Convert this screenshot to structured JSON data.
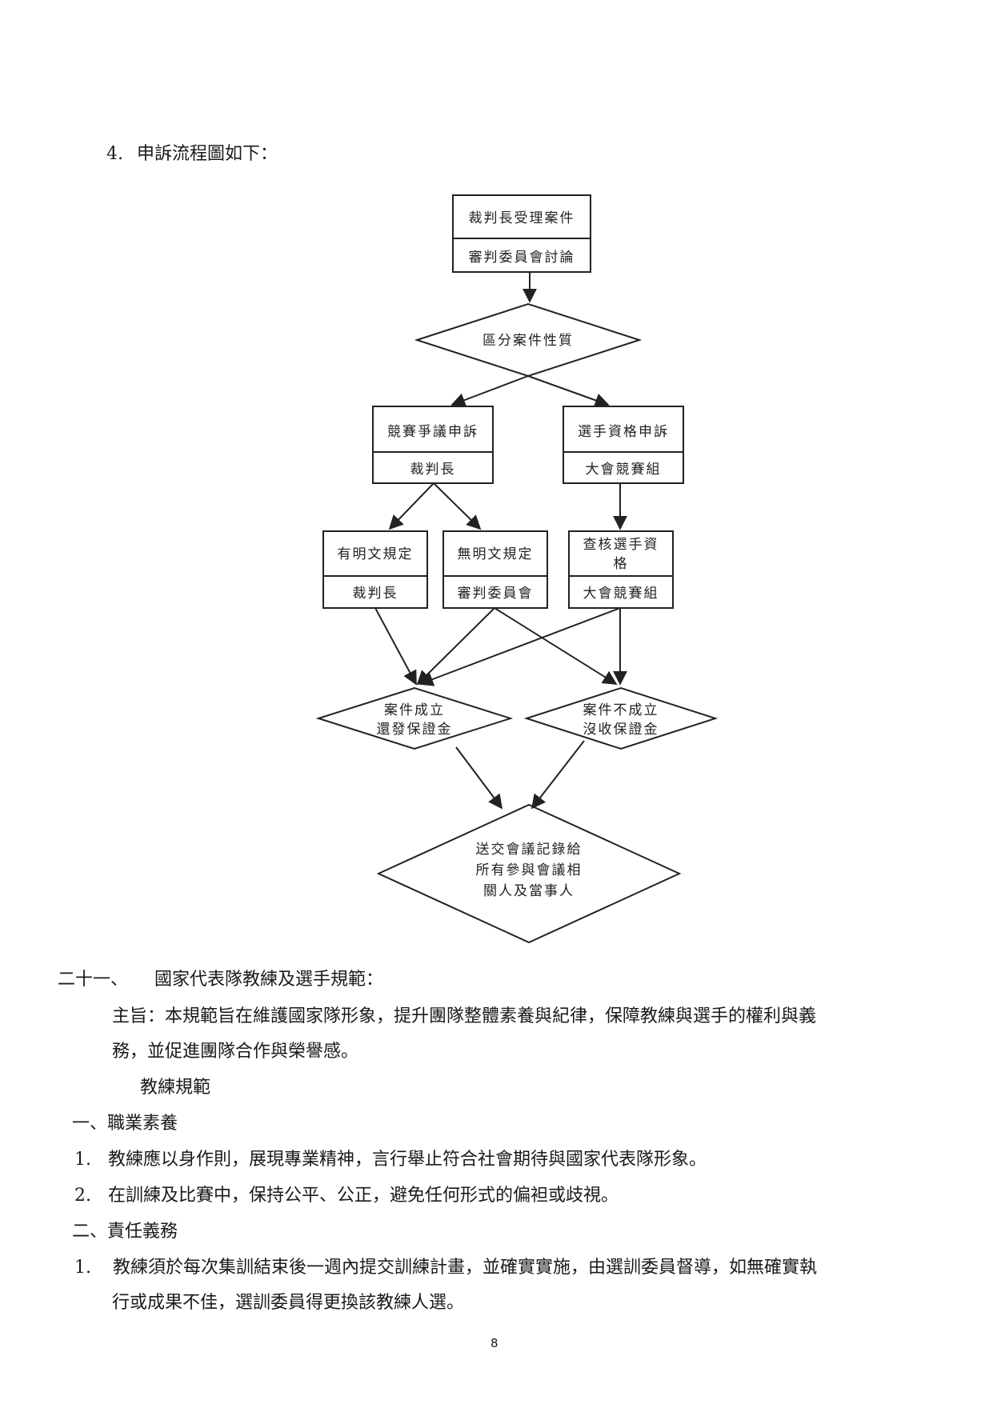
{
  "section_4": {
    "number": "4.",
    "title": "申訴流程圖如下："
  },
  "flowchart": {
    "intake_top": "裁判長受理案件",
    "intake_bottom": "審判委員會討論",
    "classify": "區分案件性質",
    "dispute_top": "競賽爭議申訴",
    "dispute_bottom": "裁判長",
    "eligibility_top": "選手資格申訴",
    "eligibility_bottom": "大會競賽組",
    "explicit_top": "有明文規定",
    "explicit_bottom": "裁判長",
    "no_rule_top": "無明文規定",
    "no_rule_bottom": "審判委員會",
    "verify_top_line1": "查核選手資",
    "verify_top_line2": "格",
    "verify_bottom": "大會競賽組",
    "upheld_line1": "案件成立",
    "upheld_line2": "還發保證金",
    "rejected_line1": "案件不成立",
    "rejected_line2": "沒收保證金",
    "minutes_line1": "送交會議記錄給",
    "minutes_line2": "所有參與會議相",
    "minutes_line3": "關人及當事人"
  },
  "section_21": {
    "heading": "二十一、",
    "title": "國家代表隊教練及選手規範：",
    "purpose_line1": "主旨：本規範旨在維護國家隊形象，提升團隊整體素養與紀律，保障教練與選手的權利與義",
    "purpose_line2": "務，並促進團隊合作與榮譽感。",
    "coach_title": "教練規範",
    "part1_title": "一、職業素養",
    "part1_items": [
      {
        "num": "1.",
        "text": "教練應以身作則，展現專業精神，言行舉止符合社會期待與國家代表隊形象。"
      },
      {
        "num": "2.",
        "text": "在訓練及比賽中，保持公平、公正，避免任何形式的偏袒或歧視。"
      }
    ],
    "part2_title": "二、責任義務",
    "part2_items": [
      {
        "num": "1.",
        "line1": "教練須於每次集訓結束後一週內提交訓練計畫，並確實實施，由選訓委員督導，如無確實執",
        "line2": "行或成果不佳，選訓委員得更換該教練人選。"
      }
    ]
  },
  "page_number": "8"
}
